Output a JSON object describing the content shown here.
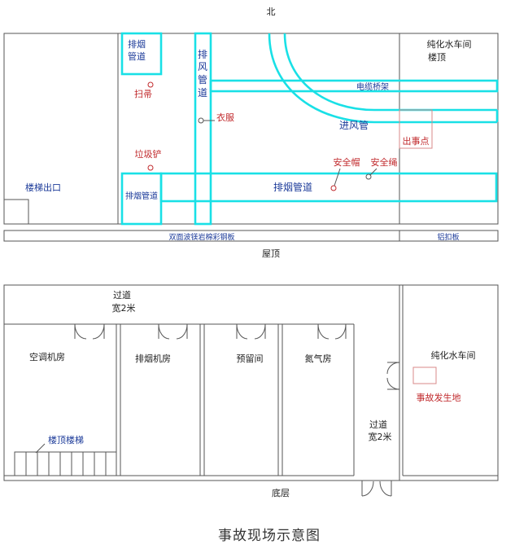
{
  "labels": {
    "north": "北",
    "pure_water_roof": [
      "纯化水车间",
      "楼顶"
    ],
    "exhaust_pipe_small": [
      "排烟",
      "管道"
    ],
    "fan_duct": [
      "排",
      "风",
      "管",
      "道"
    ],
    "cable_tray": "电缆桥架",
    "intake_pipe": "进风管",
    "broom": "扫帚",
    "clothes": "衣服",
    "accident_point": "出事点",
    "shovel": "垃圾铲",
    "safety_helmet": "安全帽",
    "safety_rope": "安全绳",
    "stair_exit": "楼梯出口",
    "exhaust_pipe_box": "排烟管道",
    "exhaust_pipe_long": "排烟管道",
    "steel_board": "双面波镁岩棉彩钢板",
    "aluminum_board": "铝扣板",
    "roof": "屋顶",
    "corridor_top": [
      "过道",
      "宽2米"
    ],
    "ac_room": "空调机房",
    "smoke_room": "排烟机房",
    "reserved_room": "预留间",
    "nitrogen_room": "氮气房",
    "pure_water_shop": "纯化水车间",
    "accident_site": "事故发生地",
    "roof_stairs": "楼顶楼梯",
    "corridor_side": [
      "过道",
      "宽2米"
    ],
    "ground_floor": "底层",
    "caption": "事故现场示意图"
  },
  "colors": {
    "pipe": "#19e0e6",
    "object_label": "#c0282b",
    "structure_label": "#1b3a99"
  }
}
